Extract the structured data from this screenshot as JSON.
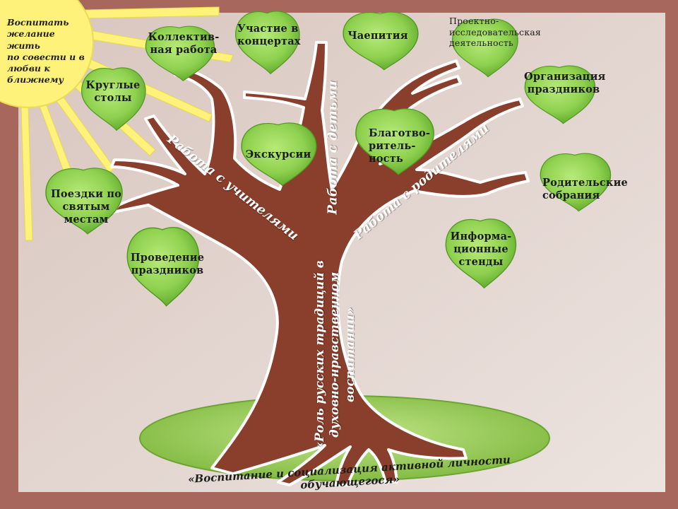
{
  "colors": {
    "frame": "#a8675c",
    "panel": "#e3d5cf",
    "trunk": "#8a3e2c",
    "leaf": "#8fd14f",
    "leaf_dark": "#4f9a1e",
    "ground": "#8bc34a",
    "sun": "#fff27a"
  },
  "sun_text": "Воспитать\nжелание жить\nпо совести и в\nлюбви к\nближнему",
  "branches": {
    "teachers": "Работа с учителями",
    "children": "Работа с детьми",
    "parents": "Работа с родителями"
  },
  "trunk_text": "«Роль русских традиций в\nдуховно-нравственном\nвоспитании»",
  "ground_text": "«Воспитание и социализация активной личности обучающегося»",
  "leaves": [
    {
      "id": "collective",
      "text": "Коллектив-\nная работа"
    },
    {
      "id": "concerts",
      "text": "Участие в\nконцертах"
    },
    {
      "id": "tea",
      "text": "Чаепития"
    },
    {
      "id": "project",
      "text": "Проектно-\nисследовательская\nдеятельность"
    },
    {
      "id": "round-tables",
      "text": "Круглые\nстолы"
    },
    {
      "id": "organize-holidays",
      "text": "Организация\nпраздников"
    },
    {
      "id": "excursions",
      "text": "Экскурсии"
    },
    {
      "id": "charity",
      "text": "Благотво-\nритель-\nность"
    },
    {
      "id": "trips",
      "text": "Поездки по\nсвятым\nместам"
    },
    {
      "id": "parent-meetings",
      "text": "Родительские\nсобрания"
    },
    {
      "id": "hold-holidays",
      "text": "Проведение\nпраздников"
    },
    {
      "id": "info-stands",
      "text": "Информа-\nционные\nстенды"
    }
  ]
}
